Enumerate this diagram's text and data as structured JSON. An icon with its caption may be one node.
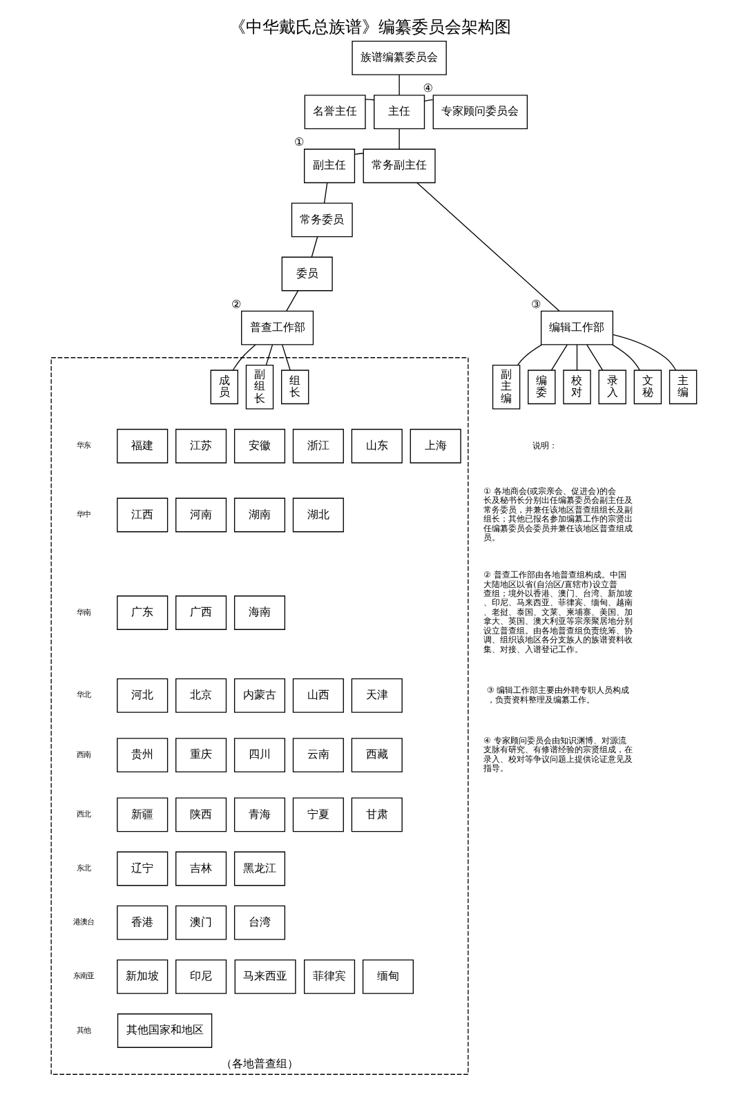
{
  "diagram": {
    "title": "《中华戴氏总族谱》编纂委员会架构图",
    "nodes": [
      {
        "text": [
          "族谱编纂委员会"
        ]
      },
      {
        "text": [
          "名誉主任"
        ]
      },
      {
        "text": [
          "主任"
        ]
      },
      {
        "text": [
          "专家顾问委员会"
        ],
        "beside": [
          "④"
        ]
      },
      {
        "text": [
          "副主任"
        ],
        "beside": [
          "①"
        ]
      },
      {
        "text": [
          "常务副主任"
        ]
      },
      {
        "text": [
          "常务委员"
        ]
      },
      {
        "text": [
          "委员"
        ]
      },
      {
        "text": [
          "普查工作部"
        ],
        "beside": [
          "②"
        ]
      },
      {
        "text": [
          "编辑工作部"
        ],
        "beside": [
          "③"
        ]
      },
      {
        "text": [
          "（各地普查组）"
        ]
      },
      {
        "text": [
          "组长"
        ],
        "in": 10
      },
      {
        "text": [
          "副组长"
        ],
        "in": 10
      },
      {
        "text": [
          "成员"
        ],
        "in": 10
      },
      {
        "text": [
          "主编"
        ]
      },
      {
        "text": [
          "副主编"
        ]
      },
      {
        "text": [
          "编委"
        ]
      },
      {
        "text": [
          "校对"
        ]
      },
      {
        "text": [
          "录入"
        ]
      },
      {
        "text": [
          "文秘"
        ]
      },
      {
        "text": [
          "福建"
        ],
        "in": 10
      },
      {
        "text": [
          "江苏"
        ],
        "in": 10
      },
      {
        "text": [
          "安徽"
        ],
        "in": 10
      },
      {
        "text": [
          "浙江"
        ],
        "in": 10
      },
      {
        "text": [
          "山东"
        ],
        "in": 10
      },
      {
        "text": [
          "上海"
        ],
        "in": 10
      },
      {
        "text": [
          "江西"
        ],
        "in": 10
      },
      {
        "text": [
          "河南"
        ],
        "in": 10
      },
      {
        "text": [
          "湖南"
        ],
        "in": 10
      },
      {
        "text": [
          "湖北"
        ],
        "in": 10
      },
      {
        "text": [
          "广东"
        ],
        "in": 10
      },
      {
        "text": [
          "广西"
        ],
        "in": 10
      },
      {
        "text": [
          "海南"
        ],
        "in": 10
      },
      {
        "text": [
          "河北"
        ],
        "in": 10
      },
      {
        "text": [
          "北京"
        ],
        "in": 10
      },
      {
        "text": [
          "内蒙古"
        ],
        "in": 10
      },
      {
        "text": [
          "山西"
        ],
        "in": 10
      },
      {
        "text": [
          "天津"
        ],
        "in": 10
      },
      {
        "text": [
          "贵州"
        ],
        "in": 10
      },
      {
        "text": [
          "重庆"
        ],
        "in": 10
      },
      {
        "text": [
          "四川"
        ],
        "in": 10
      },
      {
        "text": [
          "云南"
        ],
        "in": 10
      },
      {
        "text": [
          "西藏"
        ],
        "in": 10
      },
      {
        "text": [
          "新疆"
        ],
        "in": 10
      },
      {
        "text": [
          "陕西"
        ],
        "in": 10
      },
      {
        "text": [
          "青海"
        ],
        "in": 10
      },
      {
        "text": [
          "宁夏"
        ],
        "in": 10
      },
      {
        "text": [
          "甘肃"
        ],
        "in": 10
      },
      {
        "text": [
          "辽宁"
        ],
        "in": 10
      },
      {
        "text": [
          "吉林"
        ],
        "in": 10
      },
      {
        "text": [
          "黑龙江"
        ],
        "in": 10
      },
      {
        "text": [
          "香港"
        ],
        "in": 10
      },
      {
        "text": [
          "澳门"
        ],
        "in": 10
      },
      {
        "text": [
          "台湾"
        ],
        "in": 10
      },
      {
        "text": [
          "新加坡"
        ],
        "in": 10
      },
      {
        "text": [
          "印尼"
        ],
        "in": 10
      },
      {
        "text": [
          "马来西亚"
        ],
        "in": 10
      },
      {
        "text": [
          "菲律宾"
        ],
        "in": 10
      },
      {
        "text": [
          "缅甸"
        ],
        "in": 10
      },
      {
        "text": [
          "其他国家和地区"
        ],
        "in": 10
      }
    ],
    "edges": [
      {
        "from": 0,
        "to": 2,
        "arrow": "none"
      },
      {
        "from": 1,
        "to": 2,
        "arrow": "none"
      },
      {
        "from": 2,
        "to": 3,
        "arrow": "none"
      },
      {
        "from": 2,
        "to": 5,
        "arrow": "none"
      },
      {
        "from": 4,
        "to": 5,
        "arrow": "none"
      },
      {
        "from": 4,
        "to": 6,
        "arrow": "none"
      },
      {
        "from": 6,
        "to": 7,
        "arrow": "none"
      },
      {
        "from": 7,
        "to": 8,
        "arrow": "none"
      },
      {
        "from": 5,
        "to": 9,
        "arrow": "none"
      },
      {
        "from": 8,
        "to": 11,
        "arrow": "none"
      },
      {
        "from": 8,
        "to": 12,
        "arrow": "none"
      },
      {
        "from": 8,
        "to": 13,
        "arrow": "none"
      },
      {
        "from": 9,
        "to": 14,
        "arrow": "none"
      },
      {
        "from": 9,
        "to": 15,
        "arrow": "none"
      },
      {
        "from": 9,
        "to": 16,
        "arrow": "none"
      },
      {
        "from": 9,
        "to": 17,
        "arrow": "none"
      },
      {
        "from": 9,
        "to": 18,
        "arrow": "none"
      },
      {
        "from": 9,
        "to": 19,
        "arrow": "none"
      }
    ],
    "labels": [
      "华东",
      "华中",
      "华南",
      "华北",
      "西南",
      "西北",
      "东北",
      "港澳台",
      "东南亚",
      "其他",
      "说明：",
      "① 各地商会(或宗亲会、促进会)的会长及秘书长分别出任编纂委员会副主任及常务委员，并兼任该地区普查组组长及副组长；其他已报名参加编纂工作的宗贤出任编纂委员会委员并兼任该地区普查组成员。",
      "② 普查工作部由各地普查组构成。中国大陆地区以省(自治区/直辖市)设立普查组；境外以香港、澳门、台湾、新加坡、印尼、马来西亚、菲律宾、缅甸、越南、老挝、泰国、文莱、柬埔寨、美国、加拿大、英国、澳大利亚等宗亲聚居地分别设立普查组。由各地普查组负责统筹、协调、组织该地区各分支族人的族谱资料收集、对接、入谱登记工作。",
      "③ 编辑工作部主要由外聘专职人员构成，负责资料整理及编纂工作。",
      "④ 专家顾问委员会由知识渊博、对源流支脉有研究、有修谱经验的宗贤组成，在录入、校对等争议问题上提供论证意见及指导。"
    ]
  }
}
